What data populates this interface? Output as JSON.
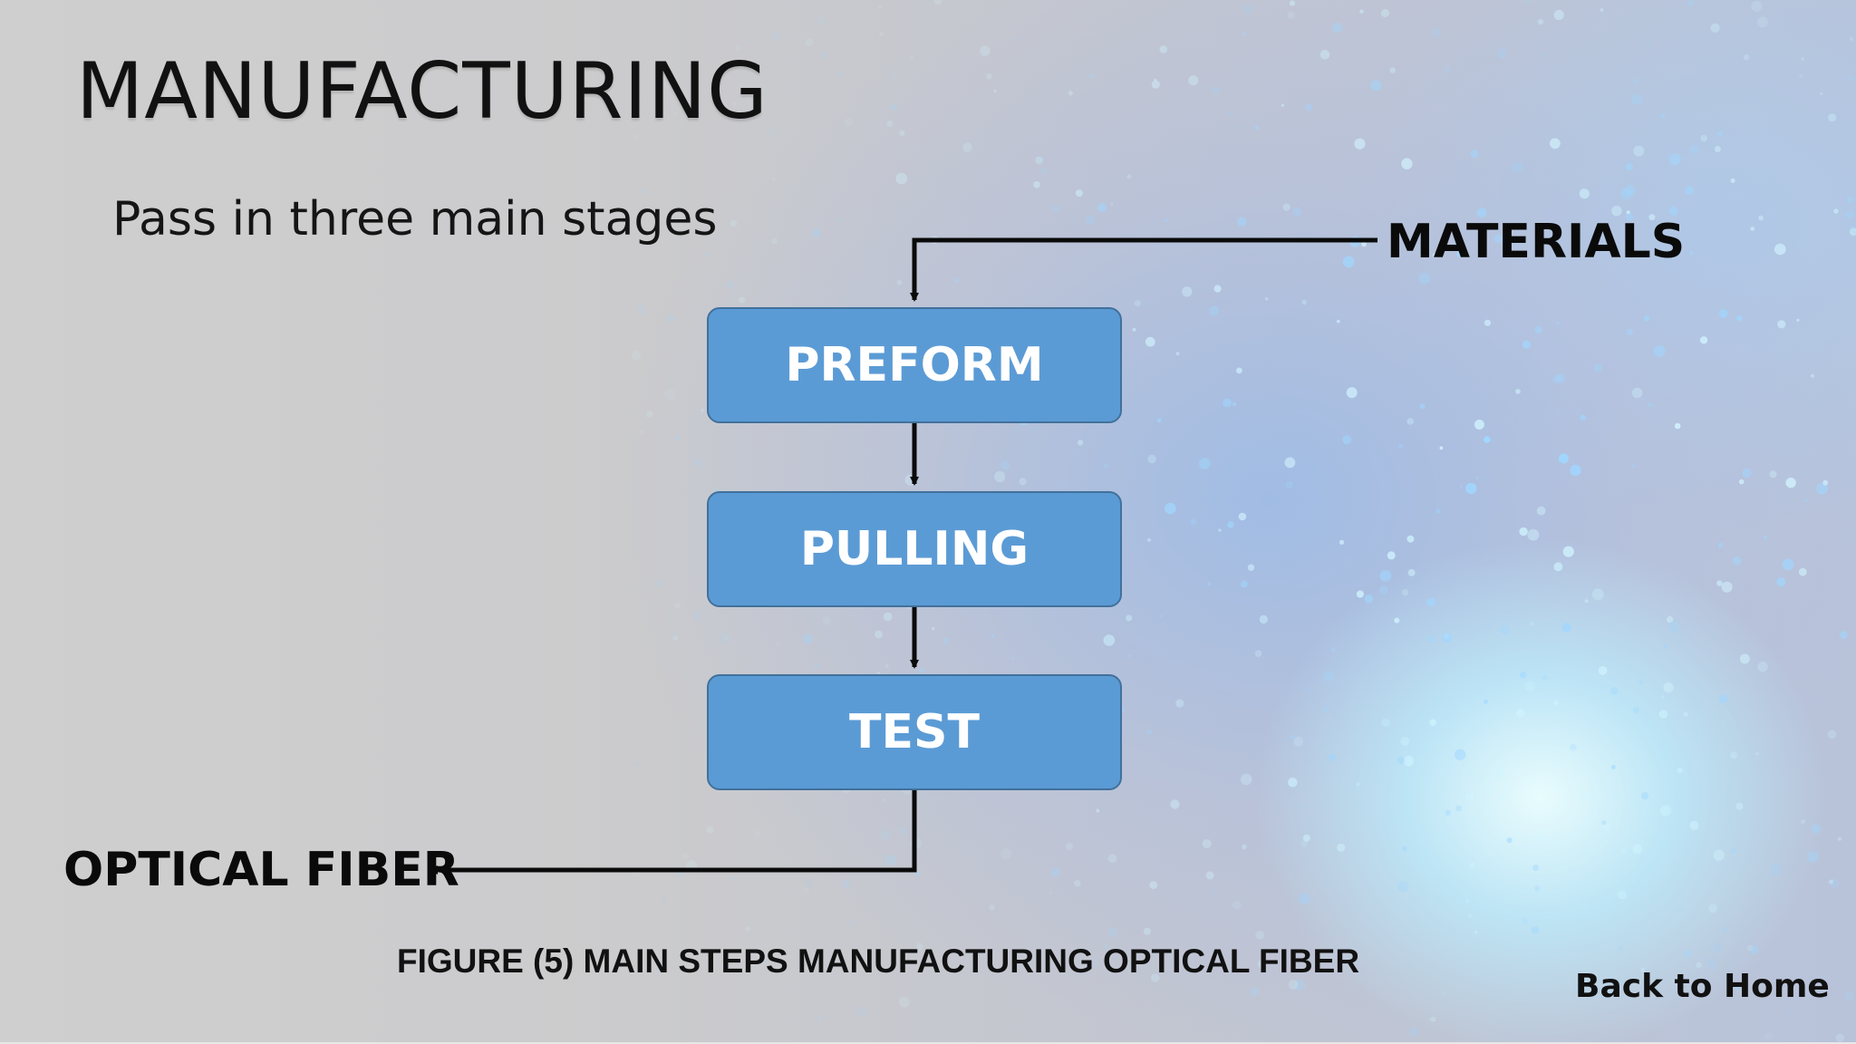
{
  "slide": {
    "title": "MANUFACTURING",
    "subtitle": "Pass in three main stages"
  },
  "diagram": {
    "input_label": "MATERIALS",
    "stages": [
      "PREFORM",
      "PULLING",
      "TEST"
    ],
    "output_label": "OPTICAL FIBER",
    "stage_color": "#5b9bd5",
    "stage_border_color": "#41719c",
    "connector_color": "#0a0a0a"
  },
  "caption": "FIGURE (5) MAIN STEPS MANUFACTURING OPTICAL FIBER",
  "navigation": {
    "back_label": "Back to Home"
  }
}
